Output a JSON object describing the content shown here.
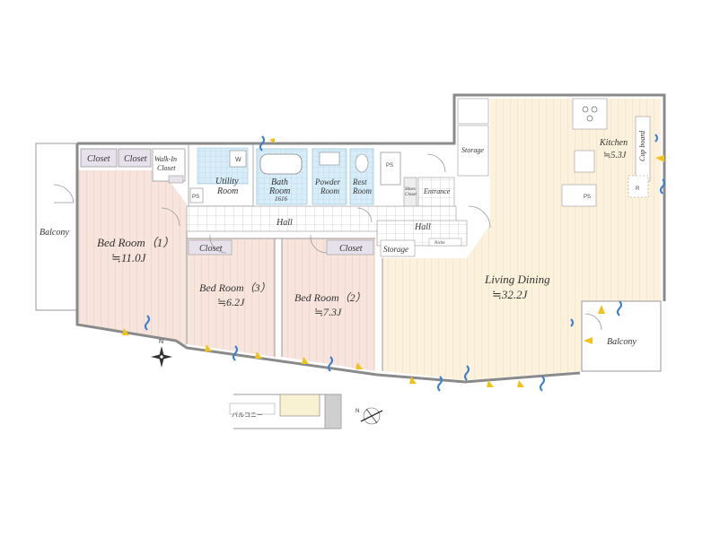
{
  "rooms": {
    "balcony_left": "Balcony",
    "bedroom1": {
      "name": "Bed Room（1）",
      "area": "≒11.0J"
    },
    "bedroom3": {
      "name": "Bed Room（3）",
      "area": "≒6.2J"
    },
    "bedroom2": {
      "name": "Bed Room（2）",
      "area": "≒7.3J"
    },
    "living": {
      "name": "Living Dining",
      "area": "≒32.2J"
    },
    "kitchen": {
      "name": "Kitchen",
      "area": "≒5.3J"
    },
    "balcony_right": "Balcony",
    "closet1": "Closet",
    "closet2": "Closet",
    "walkin_line1": "Walk-In",
    "walkin_line2": "Closet",
    "closet_b3": "Closet",
    "closet_b2": "Closet",
    "utility_line1": "Utility",
    "utility_line2": "Room",
    "bath_line1": "Bath",
    "bath_line2": "Room",
    "bath_size": "1616",
    "powder_line1": "Powder",
    "powder_line2": "Room",
    "rest_line1": "Rest",
    "rest_line2": "Room",
    "hall1": "Hall",
    "hall2": "Hall",
    "entrance": "Entrance",
    "shoes_line1": "Shoes",
    "shoes_line2": "Closet",
    "storage_hall": "Storage",
    "storage_kitchen": "Storage",
    "niche": "Niche",
    "cupboard": "Cup board",
    "ps1": "PS",
    "ps2": "PS",
    "ps3": "PS",
    "washer": "W",
    "fridge": "R"
  },
  "compass": {
    "north": "N"
  },
  "keymap": {
    "label": "バルコニー",
    "north": "N"
  },
  "colors": {
    "bedroom": "#f6e3dc",
    "living": "#fbf0dc",
    "wet": "#d6ecf7",
    "wall": "#8a8a8a",
    "window_blue": "#3b7fd0",
    "window_yellow": "#f3c21a"
  }
}
